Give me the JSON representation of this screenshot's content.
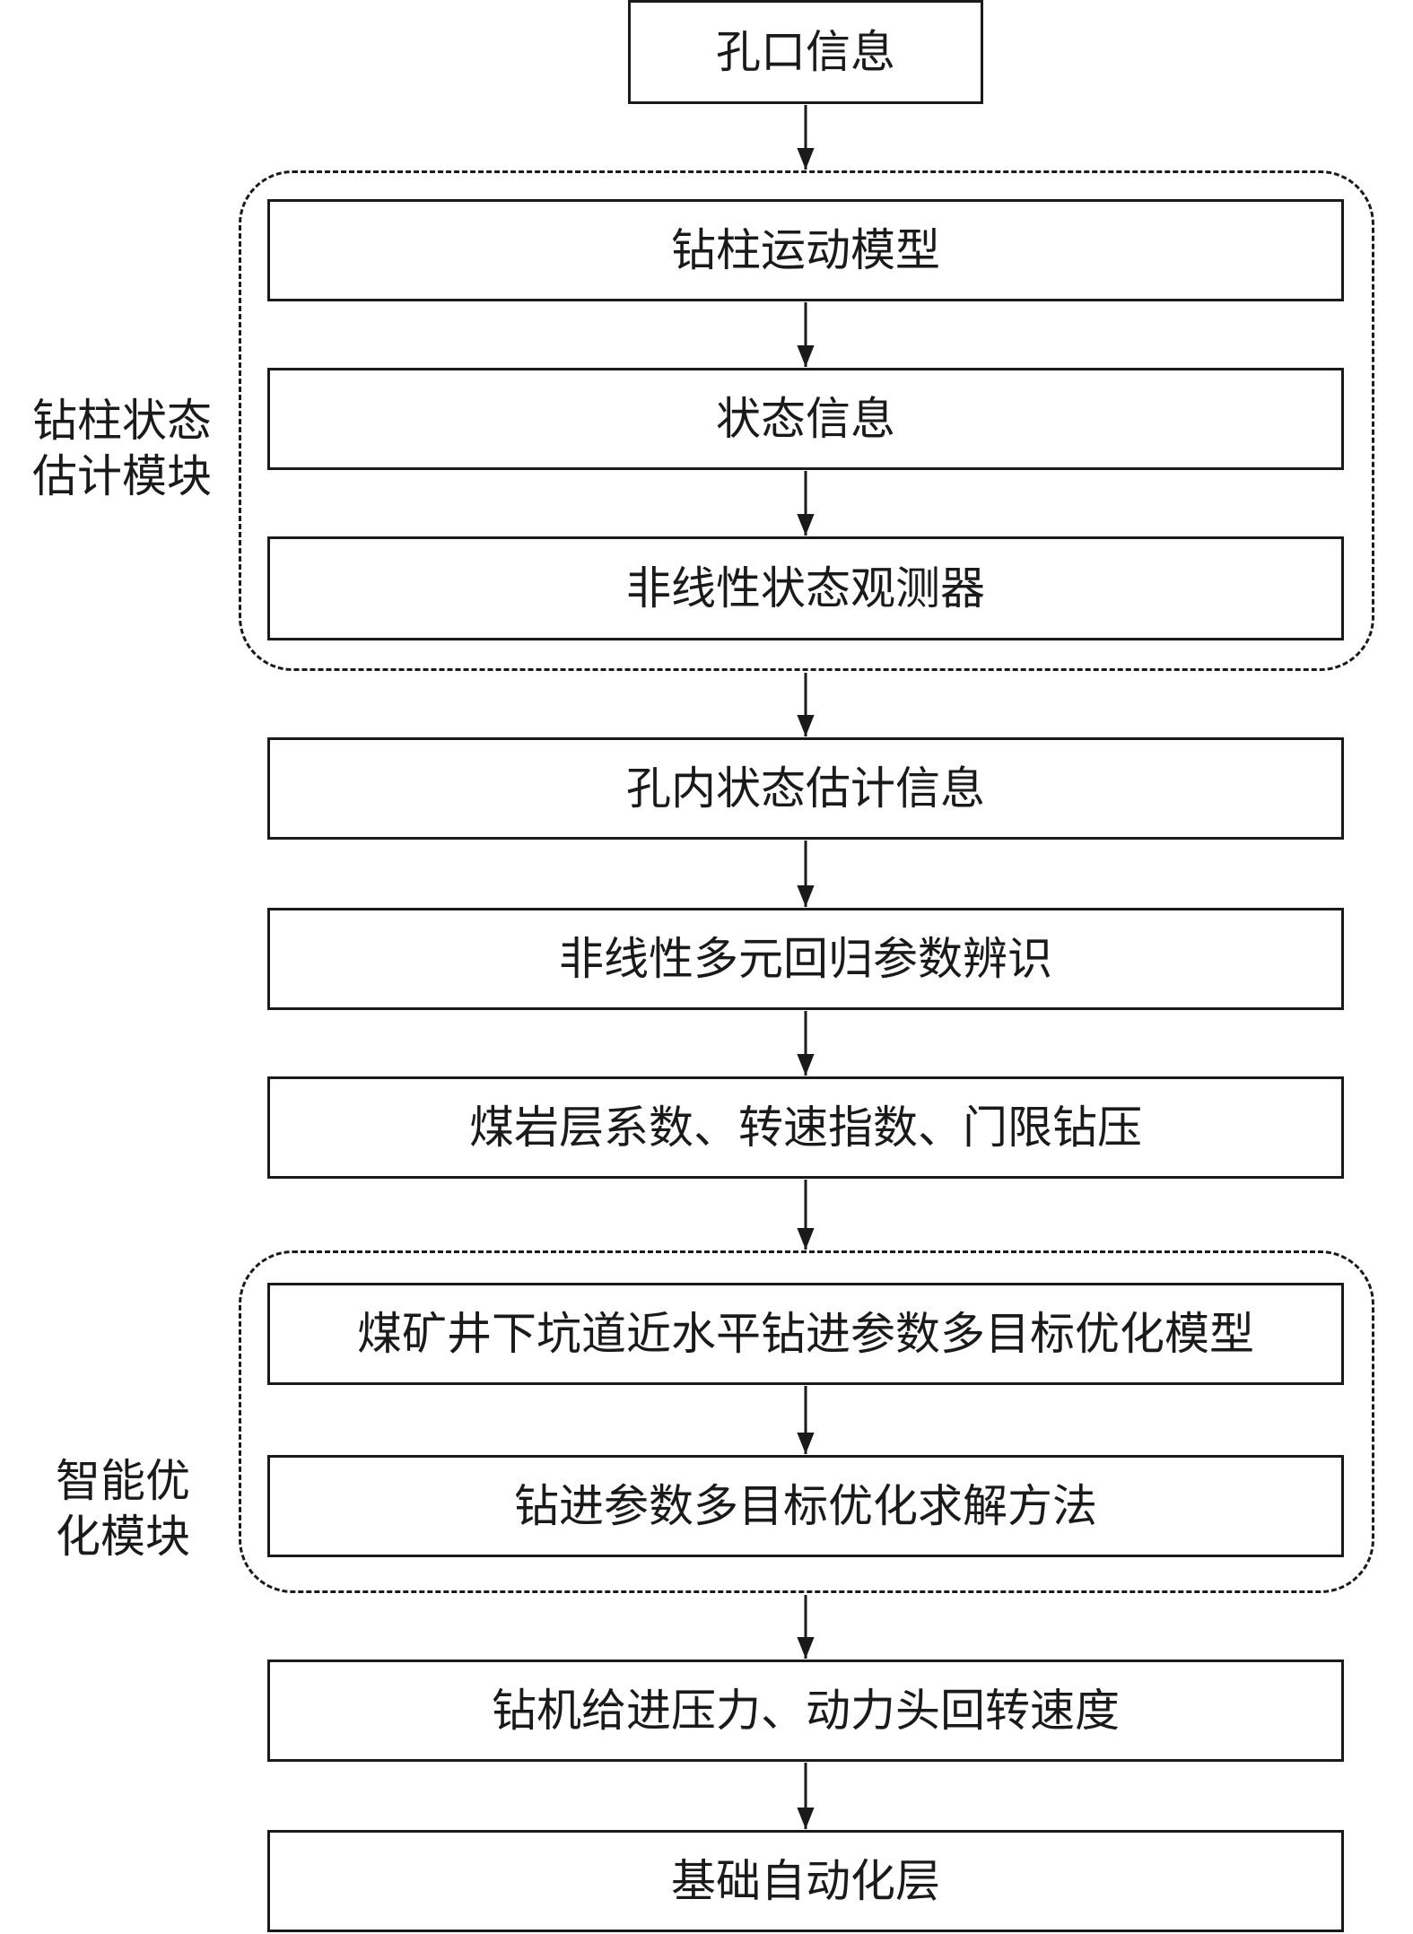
{
  "nodes": [
    {
      "id": "hole-info",
      "label": "孔口信息"
    },
    {
      "id": "drillstring-model",
      "label": "钻柱运动模型"
    },
    {
      "id": "state-info",
      "label": "状态信息"
    },
    {
      "id": "observer",
      "label": "非线性状态观测器"
    },
    {
      "id": "inhole-estimate",
      "label": "孔内状态估计信息"
    },
    {
      "id": "regression",
      "label": "非线性多元回归参数辨识"
    },
    {
      "id": "coefficients",
      "label": "煤岩层系数、转速指数、门限钻压"
    },
    {
      "id": "optimization-model",
      "label": "煤矿井下坑道近水平钻进参数多目标优化模型"
    },
    {
      "id": "solution-method",
      "label": "钻进参数多目标优化求解方法"
    },
    {
      "id": "outputs",
      "label": "钻机给进压力、动力头回转速度"
    },
    {
      "id": "automation-layer",
      "label": "基础自动化层"
    }
  ],
  "groups": {
    "estimation": {
      "line1": "钻柱状态",
      "line2": "估计模块"
    },
    "optimization": {
      "line1": "智能优",
      "line2": "化模块"
    }
  }
}
